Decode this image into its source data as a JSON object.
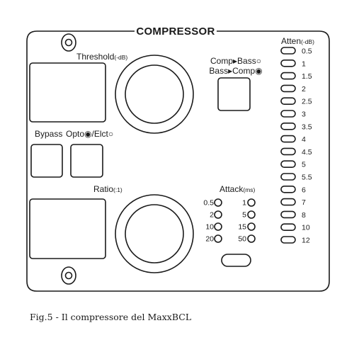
{
  "panel": {
    "title": "COMPRESSOR",
    "threshold": {
      "label": "Threshold",
      "unit": "(-dB)"
    },
    "ratio": {
      "label": "Ratio",
      "unit": "(:1)"
    },
    "bypass": {
      "label": "Bypass"
    },
    "opto_elct": {
      "label": "Opto◉/Elct○"
    },
    "comp_bass": {
      "line1": "Comp▸Bass○",
      "line2": "Bass▸Comp◉"
    },
    "attack": {
      "label": "Attack",
      "unit": "(ms)",
      "left_values": [
        "0.5",
        "2",
        "10",
        "20"
      ],
      "right_values": [
        "1",
        "5",
        "15",
        "50"
      ]
    },
    "atten": {
      "label": "Atten",
      "unit": "(-dB)",
      "values": [
        "0.5",
        "1",
        "1.5",
        "2",
        "2.5",
        "3",
        "3.5",
        "4",
        "4.5",
        "5",
        "5.5",
        "6",
        "7",
        "8",
        "10",
        "12"
      ]
    }
  },
  "caption": "Fig.5 - Il compressore del MaxxBCL"
}
